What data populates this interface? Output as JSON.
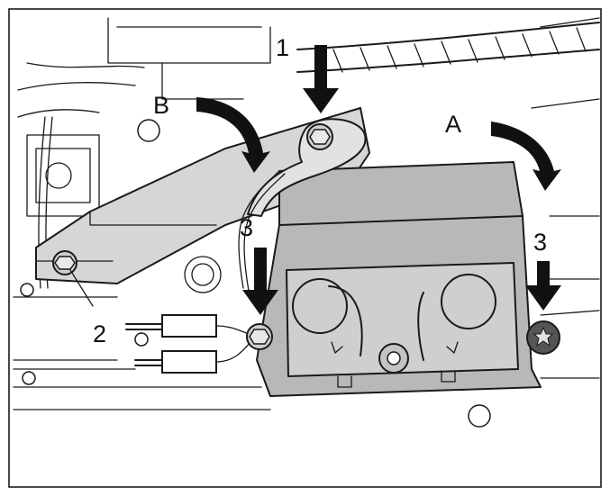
{
  "callouts": {
    "bolt_1": "1",
    "nut_2": "2",
    "screw_3_left": "3",
    "screw_3_right": "3",
    "direction_a": "A",
    "direction_b": "B"
  },
  "colors": {
    "line": "#1a1a1a",
    "housing_gray": "#b8b8b8",
    "bracket_gray": "#d6d6d6",
    "cover_gray": "#cfcfcf",
    "background": "#ffffff"
  },
  "icons": [
    "down-arrow-icon",
    "curved-arrow-icon",
    "torx-screw-icon",
    "flange-bolt-icon",
    "nut-icon"
  ]
}
